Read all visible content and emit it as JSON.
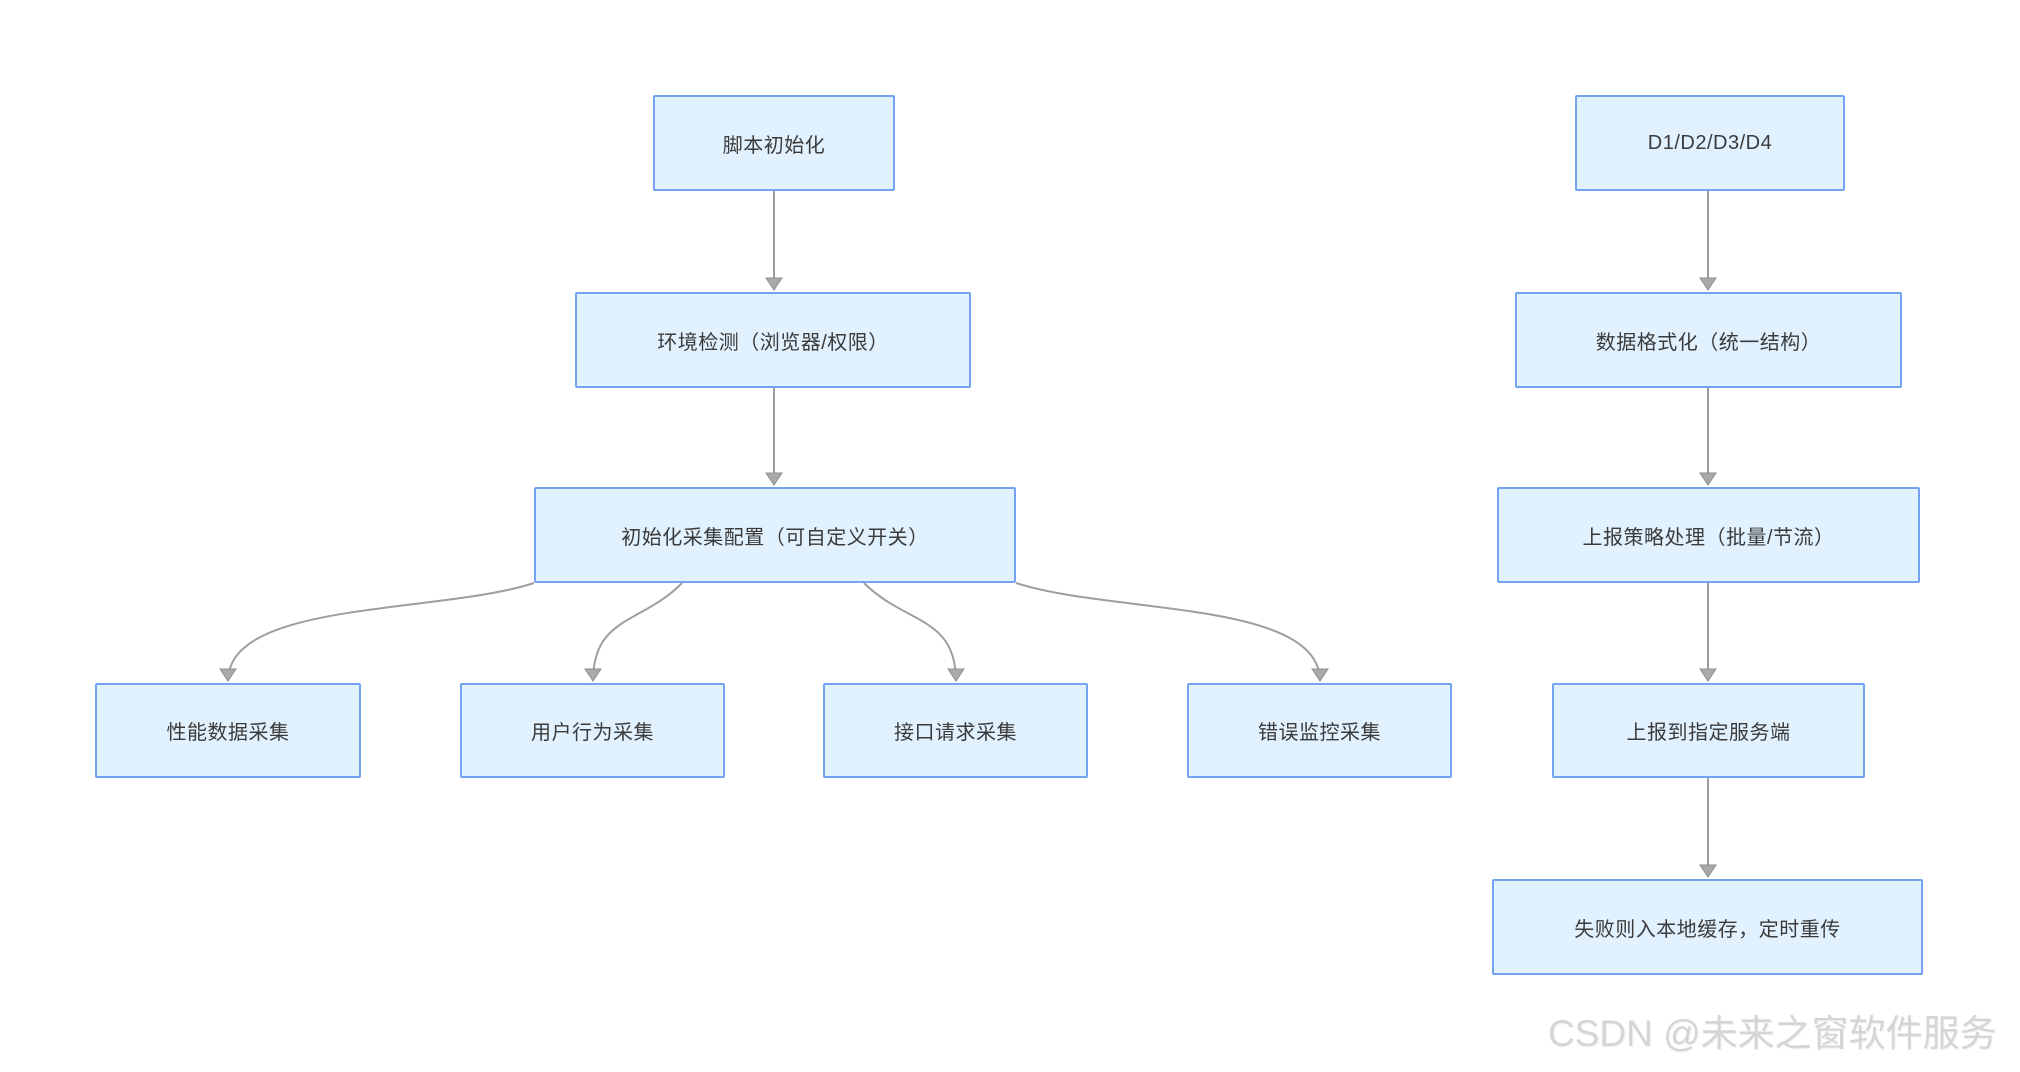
{
  "diagram": {
    "nodes": {
      "script_init": {
        "label": "脚本初始化"
      },
      "env_check": {
        "label": "环境检测（浏览器/权限）"
      },
      "init_config": {
        "label": "初始化采集配置（可自定义开关）"
      },
      "perf_collect": {
        "label": "性能数据采集"
      },
      "behavior_collect": {
        "label": "用户行为采集"
      },
      "api_collect": {
        "label": "接口请求采集"
      },
      "error_collect": {
        "label": "错误监控采集"
      },
      "d1d4": {
        "label": "D1/D2/D3/D4"
      },
      "data_format": {
        "label": "数据格式化（统一结构）"
      },
      "report_strategy": {
        "label": "上报策略处理（批量/节流）"
      },
      "report_server": {
        "label": "上报到指定服务端"
      },
      "fail_cache": {
        "label": "失败则入本地缓存，定时重传"
      }
    },
    "edges": [
      {
        "from": "脚本初始化",
        "to": "环境检测（浏览器/权限）"
      },
      {
        "from": "环境检测（浏览器/权限）",
        "to": "初始化采集配置（可自定义开关）"
      },
      {
        "from": "初始化采集配置（可自定义开关）",
        "to": "性能数据采集"
      },
      {
        "from": "初始化采集配置（可自定义开关）",
        "to": "用户行为采集"
      },
      {
        "from": "初始化采集配置（可自定义开关）",
        "to": "接口请求采集"
      },
      {
        "from": "初始化采集配置（可自定义开关）",
        "to": "错误监控采集"
      },
      {
        "from": "D1/D2/D3/D4",
        "to": "数据格式化（统一结构）"
      },
      {
        "from": "数据格式化（统一结构）",
        "to": "上报策略处理（批量/节流）"
      },
      {
        "from": "上报策略处理（批量/节流）",
        "to": "上报到指定服务端"
      },
      {
        "from": "上报到指定服务端",
        "to": "失败则入本地缓存，定时重传"
      }
    ],
    "colors": {
      "node_fill": "#e1f1fe",
      "node_border": "#74a4f0",
      "connector": "#9e9e9e",
      "arrowhead_fill": "#a9a9a9",
      "arrowhead_stroke": "#8f8f8f",
      "node_text": "#3b3b3b",
      "watermark_text": "#d5d5d5",
      "background": "#ffffff"
    }
  },
  "watermark": {
    "text": "CSDN @未来之窗软件服务"
  }
}
